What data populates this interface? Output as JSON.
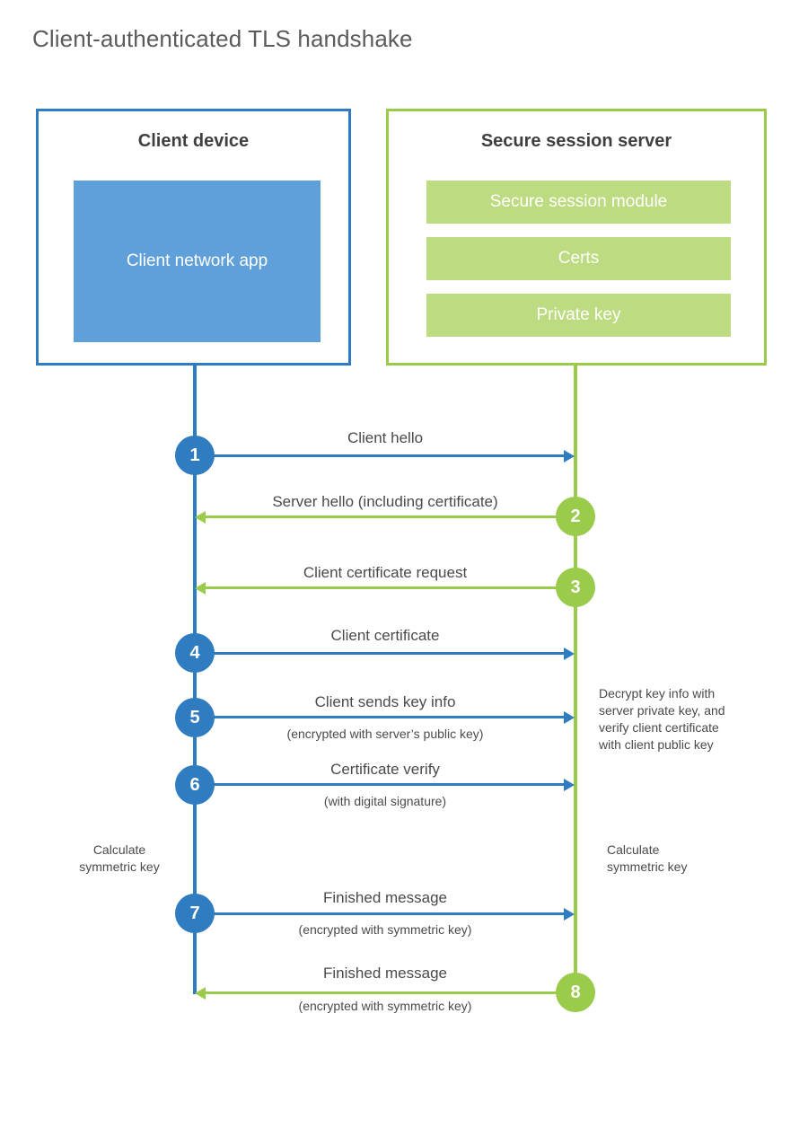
{
  "diagram": {
    "title": "Client-authenticated TLS handshake",
    "colors": {
      "client_border": "#2f7dc0",
      "client_fill": "#5fa0da",
      "server_border": "#9acb4a",
      "server_fill": "#bddb80",
      "text": "#4a4a4a",
      "title_text": "#5b5b5b"
    }
  },
  "client": {
    "title": "Client device",
    "app_label": "Client network app"
  },
  "server": {
    "title": "Secure session server",
    "components": [
      {
        "label": "Secure session module"
      },
      {
        "label": "Certs"
      },
      {
        "label": "Private key"
      }
    ]
  },
  "steps": [
    {
      "number": "1",
      "label": "Client hello",
      "sublabel": "",
      "direction": "client-to-server",
      "color": "blue"
    },
    {
      "number": "2",
      "label": "Server hello (including certificate)",
      "sublabel": "",
      "direction": "server-to-client",
      "color": "green"
    },
    {
      "number": "3",
      "label": "Client certificate request",
      "sublabel": "",
      "direction": "server-to-client",
      "color": "green"
    },
    {
      "number": "4",
      "label": "Client certificate",
      "sublabel": "",
      "direction": "client-to-server",
      "color": "blue"
    },
    {
      "number": "5",
      "label": "Client sends key info",
      "sublabel": "(encrypted with server’s public key)",
      "direction": "client-to-server",
      "color": "blue"
    },
    {
      "number": "6",
      "label": "Certificate verify",
      "sublabel": "(with digital signature)",
      "direction": "client-to-server",
      "color": "blue"
    },
    {
      "number": "7",
      "label": "Finished message",
      "sublabel": "(encrypted with symmetric key)",
      "direction": "client-to-server",
      "color": "blue"
    },
    {
      "number": "8",
      "label": "Finished message",
      "sublabel": "(encrypted with symmetric key)",
      "direction": "server-to-client",
      "color": "green"
    }
  ],
  "notes": {
    "server_decrypt": "Decrypt key info with\nserver private key, and\nverify client certificate\nwith client public key",
    "client_calculate": "Calculate\nsymmetric key",
    "server_calculate": "Calculate\nsymmetric key"
  }
}
